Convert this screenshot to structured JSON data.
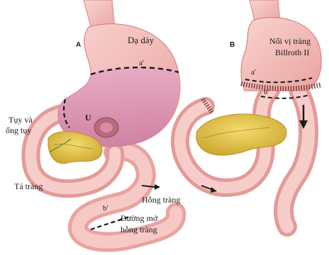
{
  "panel_a": {
    "letter": "A",
    "labels": {
      "stomach": "Dạ dày",
      "cut_a": "a'",
      "ulcer": "U",
      "pancreas_line1": "Tụy và",
      "pancreas_line2": "ống tụy",
      "duodenum": "Tá tràng",
      "jejunum": "Hỗng tràng",
      "cut_b": "b'",
      "incision_line1": "Đường mở",
      "incision_line2": "hỗng tràng"
    }
  },
  "panel_b": {
    "letter": "B",
    "labels": {
      "title_line1": "Nối vị tràng",
      "title_line2": "Billroth II",
      "cut_a": "a'",
      "cut_b": "b'"
    }
  },
  "colors": {
    "tissue": "#f3b7b4",
    "tissue_dark": "#d98583",
    "resected_area": "#d98fb0",
    "pancreas": "#e7c43a",
    "pancreas_dark": "#b8922a",
    "cut_line": "#1a1a1a"
  }
}
